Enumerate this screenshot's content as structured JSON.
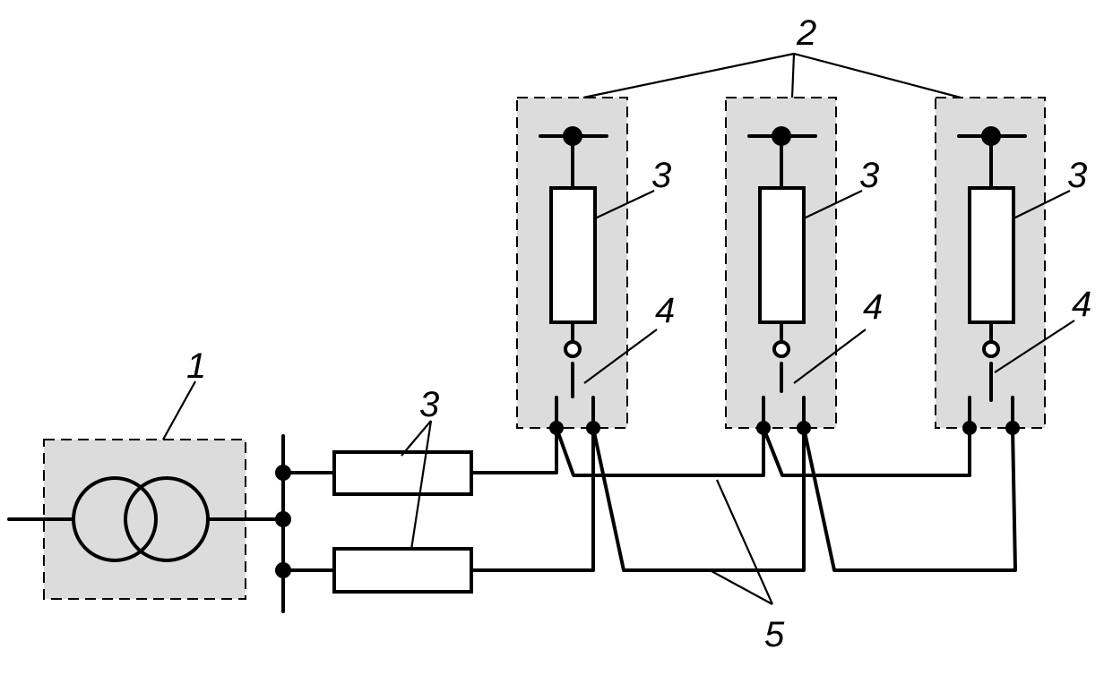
{
  "labels": {
    "transformer": "1",
    "load_units": "2",
    "fuse": "3",
    "switch": "4",
    "cable": "5"
  },
  "colors": {
    "box_fill": "#dcdcdc",
    "line": "#000000",
    "background": "#ffffff"
  }
}
